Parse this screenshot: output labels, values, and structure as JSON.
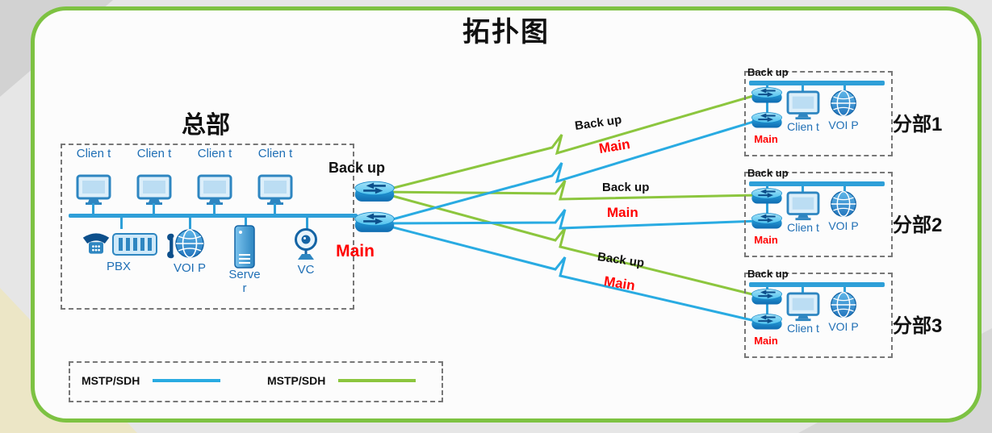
{
  "title": "拓扑图",
  "hq": {
    "name": "总部",
    "clients": [
      "Clien t",
      "Clien t",
      "Clien t",
      "Clien t"
    ],
    "pbx_label": "PBX",
    "voip_label": "VOI P",
    "server_label": "Serve r",
    "vc_label": "VC",
    "backup_router_label": "Back up",
    "main_router_label": "Main"
  },
  "branches": [
    {
      "name": "分部1",
      "backup_router_label": "Back up",
      "main_router_label": "Main",
      "client_label": "Clien t",
      "voip_label": "VOI P"
    },
    {
      "name": "分部2",
      "backup_router_label": "Back up",
      "main_router_label": "Main",
      "client_label": "Clien t",
      "voip_label": "VOI P"
    },
    {
      "name": "分部3",
      "backup_router_label": "Back up",
      "main_router_label": "Main",
      "client_label": "Clien t",
      "voip_label": "VOI P"
    }
  ],
  "links": [
    {
      "backup_label": "Back up",
      "main_label": "Main"
    },
    {
      "backup_label": "Back up",
      "main_label": "Main"
    },
    {
      "backup_label": "Back up",
      "main_label": "Main"
    }
  ],
  "legend": {
    "items": [
      {
        "label": "MSTP/SDH",
        "color": "#29ABE2"
      },
      {
        "label": "MSTP/SDH",
        "color": "#8CC63E"
      }
    ]
  },
  "colors": {
    "frame_green": "#7DC242",
    "backup_line": "#8CC63E",
    "main_line": "#29ABE2",
    "bus_blue": "#2E9FD8",
    "main_text_red": "#FF0000",
    "device_label_blue": "#1F6FB5"
  },
  "icons": {
    "router": "cyan-cylinder-with-arrows",
    "client": "monitor",
    "voip": "globe-with-handset",
    "pbx": "phone-with-rack",
    "server": "tower-server",
    "vc": "webcam"
  }
}
